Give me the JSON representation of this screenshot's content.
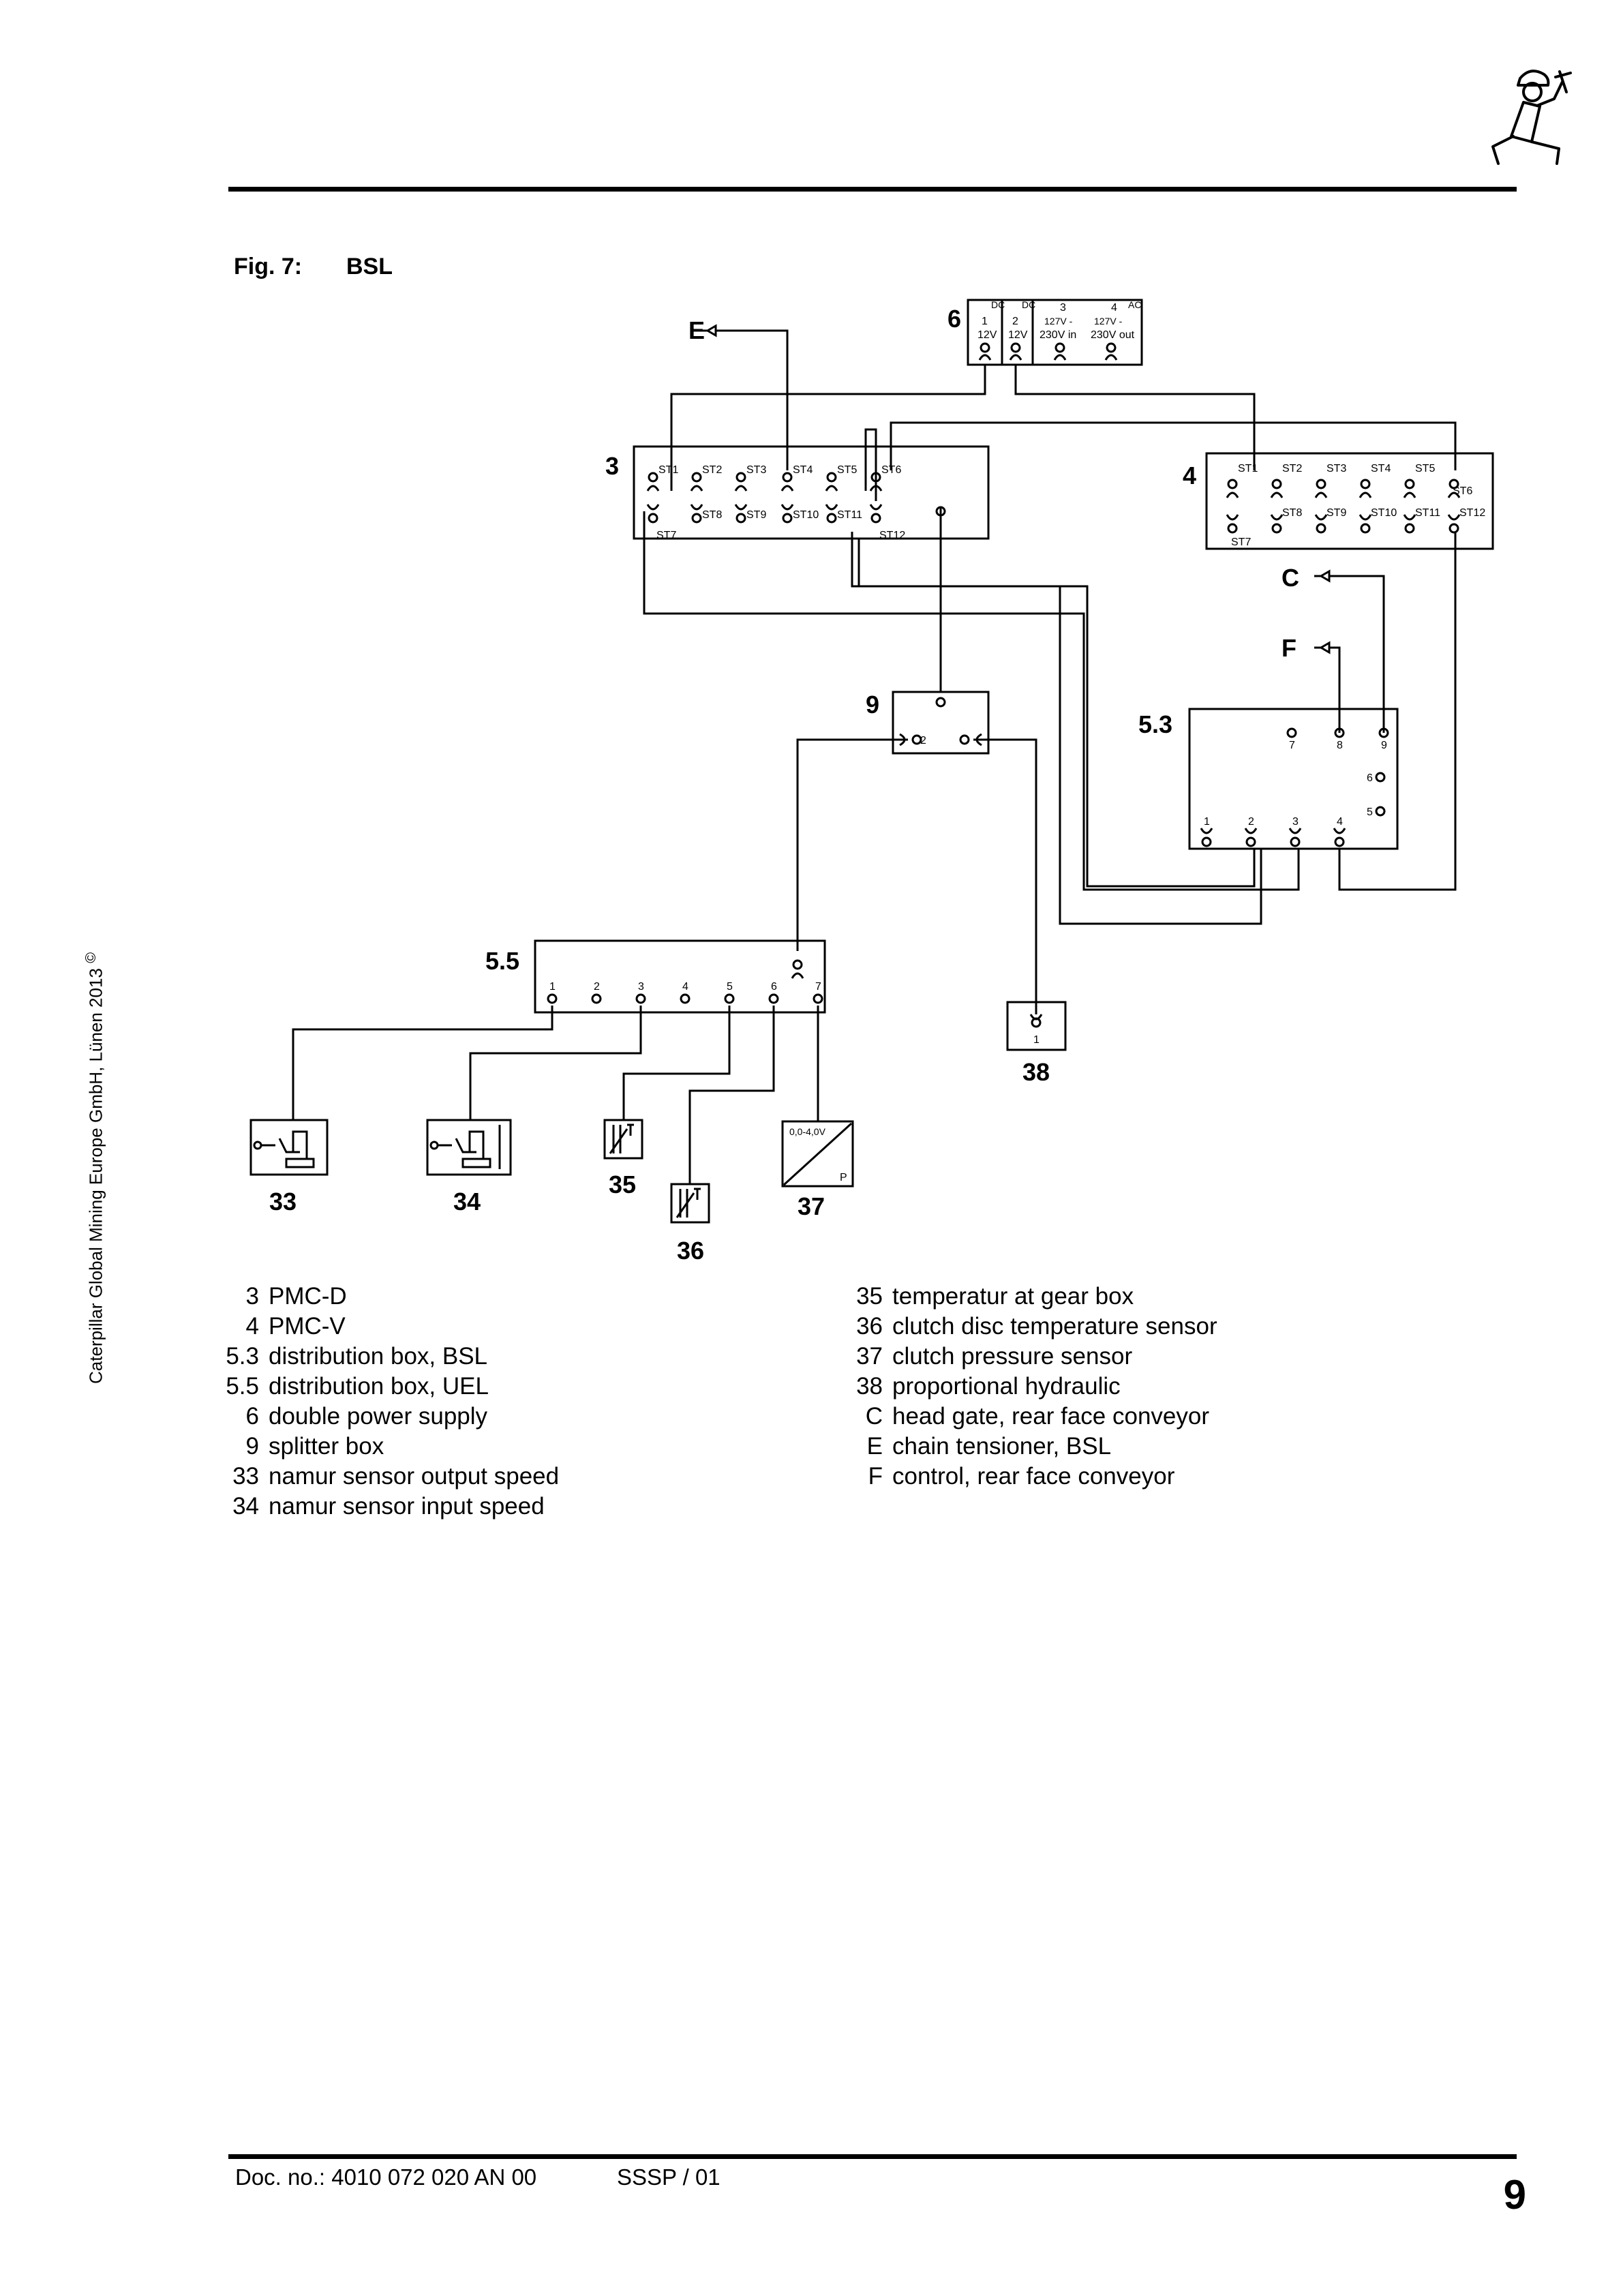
{
  "header": {
    "logo": "miner-icon"
  },
  "figure": {
    "number": "Fig. 7:",
    "title": "BSL"
  },
  "copyright": "Caterpillar Global Mining Europe GmbH, Lünen 2013",
  "copyright_symbol": "©",
  "diagram": {
    "labels": {
      "E": "E",
      "C": "C",
      "F": "F",
      "c6": "6",
      "c3": "3",
      "c4": "4",
      "c9": "9",
      "c53": "5.3",
      "c55": "5.5",
      "c38": "38",
      "c33": "33",
      "c34": "34",
      "c35": "35",
      "c36": "36",
      "c37": "37"
    },
    "psu": {
      "col1": "1",
      "col2": "2",
      "col3": "3",
      "col4": "4",
      "v1": "12V",
      "v2": "12V",
      "v3a": "127V -",
      "v3b": "230V in",
      "v4a": "127V -",
      "v4b": "230V out",
      "dc1": "DC",
      "dc2": "DC",
      "ac": "AC"
    },
    "pmc_d": [
      "ST1",
      "ST2",
      "ST3",
      "ST4",
      "ST5",
      "ST6",
      "ST7",
      "ST8",
      "ST9",
      "ST10",
      "ST11",
      "ST12"
    ],
    "pmc_v": [
      "ST1",
      "ST2",
      "ST3",
      "ST4",
      "ST5",
      "ST6",
      "ST7",
      "ST8",
      "ST9",
      "ST10",
      "ST11",
      "ST12"
    ],
    "splitter_pin": "2",
    "box53_pins": [
      "7",
      "8",
      "9",
      "6",
      "5",
      "1",
      "2",
      "3",
      "4"
    ],
    "box55_pins": [
      "1",
      "2",
      "3",
      "4",
      "5",
      "6",
      "7"
    ],
    "box38_pin": "1",
    "pressure_range": "0,0-4,0V",
    "pressure_p": "P"
  },
  "legend": {
    "left": [
      {
        "num": "3",
        "text": "PMC-D"
      },
      {
        "num": "4",
        "text": "PMC-V"
      },
      {
        "num": "5.3",
        "text": "distribution box, BSL"
      },
      {
        "num": "5.5",
        "text": "distribution box, UEL"
      },
      {
        "num": "6",
        "text": "double power supply"
      },
      {
        "num": "9",
        "text": "splitter box"
      },
      {
        "num": "33",
        "text": "namur sensor output speed"
      },
      {
        "num": "34",
        "text": "namur sensor input speed"
      }
    ],
    "right": [
      {
        "num": "35",
        "text": "temperatur at gear box"
      },
      {
        "num": "36",
        "text": "clutch disc temperature sensor"
      },
      {
        "num": "37",
        "text": "clutch pressure sensor"
      },
      {
        "num": "38",
        "text": "proportional hydraulic"
      },
      {
        "num": "C",
        "text": "head gate, rear face conveyor"
      },
      {
        "num": "E",
        "text": "chain tensioner, BSL"
      },
      {
        "num": "F",
        "text": "control, rear face conveyor"
      }
    ]
  },
  "footer": {
    "doc_no": "Doc. no.: 4010 072 020 AN 00",
    "code": "SSSP / 01",
    "page": "9"
  }
}
